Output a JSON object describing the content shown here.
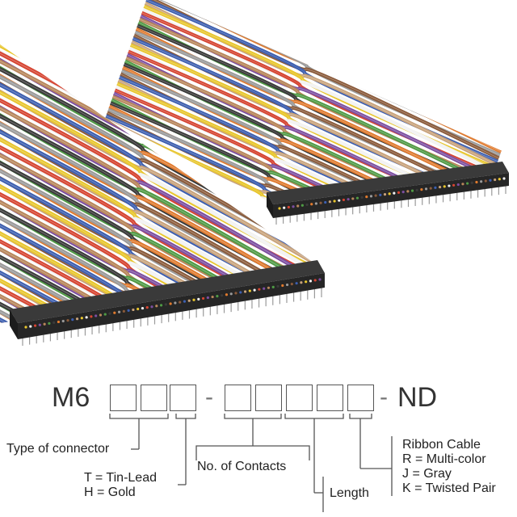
{
  "part_number": {
    "prefix": "M6",
    "separator": "-",
    "suffix": "ND",
    "positions": 8
  },
  "labels": {
    "connector_type": "Type of connector",
    "plating_tin": "T = Tin-Lead",
    "plating_gold": "H = Gold",
    "contacts": "No. of Contacts",
    "length": "Length",
    "cable_title": "Ribbon Cable",
    "cable_multi": "R = Multi-color",
    "cable_gray": "J = Gray",
    "cable_twisted": "K = Twisted Pair"
  },
  "colors": {
    "wire_palette": [
      "#8a5a3a",
      "#d64532",
      "#e07a2e",
      "#e8c62e",
      "#4f9a45",
      "#3d5fb0",
      "#7c4ea0",
      "#9a9a9a",
      "#f2f2f2",
      "#3a3a3a",
      "#c8a27a",
      "#b8865a"
    ],
    "connector": "#2b2b2b",
    "line": "#555555"
  }
}
